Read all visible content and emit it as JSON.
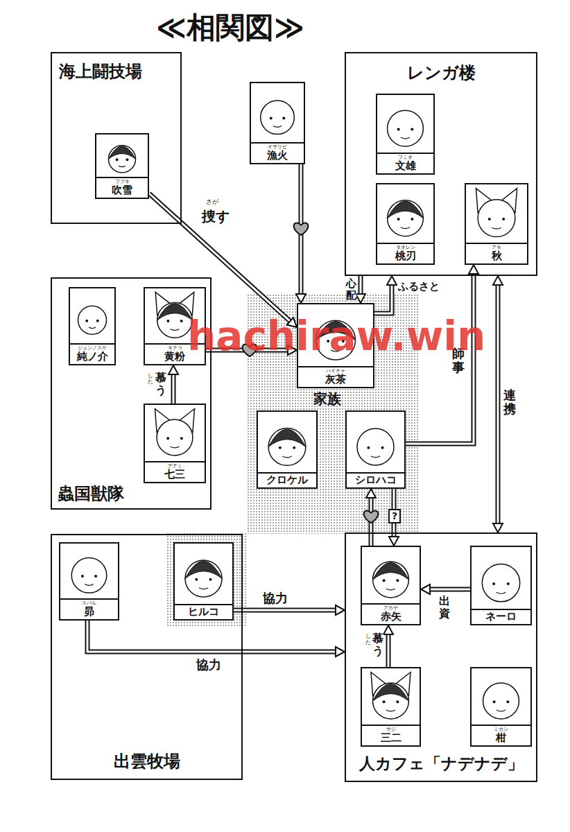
{
  "diagram": {
    "title": "≪相関図≫",
    "nodes": [
      {
        "text": [
          "海上闘技場"
        ]
      },
      {
        "text": [
          "フブキ",
          "吹雪"
        ],
        "in": 0
      },
      {
        "text": [
          "イザリビ",
          "漁火"
        ]
      },
      {
        "text": [
          "レンガ楼"
        ]
      },
      {
        "text": [
          "フミオ",
          "文雄"
        ],
        "in": 3
      },
      {
        "text": [
          "タオレン",
          "桃刃"
        ],
        "in": 3
      },
      {
        "text": [
          "アキ",
          "秋"
        ],
        "in": 3
      },
      {
        "text": [
          "蟲国獣隊"
        ]
      },
      {
        "text": [
          "ジュンノスケ",
          "純ノ介"
        ],
        "in": 7
      },
      {
        "text": [
          "キナコ",
          "黄粉"
        ],
        "in": 7
      },
      {
        "text": [
          "家族"
        ]
      },
      {
        "text": [
          "ハイチャ",
          "灰茶"
        ],
        "in": 10
      },
      {
        "text": [
          "ナナミ",
          "七三"
        ],
        "in": 7
      },
      {
        "text": [
          "クロケル"
        ],
        "in": 10
      },
      {
        "text": [
          "シロハコ"
        ],
        "in": 10
      },
      {
        "text": [
          "出雲牧場"
        ]
      },
      {
        "text": [
          "スバル",
          "昴"
        ],
        "in": 15
      },
      {
        "text": [
          "ヒルコ"
        ],
        "in": 15
      },
      {
        "text": [
          "人カフェ「ナデナデ」"
        ]
      },
      {
        "text": [
          "アカヤ",
          "赤矢"
        ],
        "in": 18
      },
      {
        "text": [
          "ネーロ"
        ],
        "in": 18
      },
      {
        "text": [
          "サジ",
          "三二"
        ],
        "in": 18
      },
      {
        "text": [
          "ミカン",
          "柑"
        ],
        "in": 18
      }
    ],
    "edges": [
      {
        "from": 1,
        "to": 11,
        "label": "捜す",
        "arrow": "to"
      },
      {
        "from": 2,
        "to": 11,
        "arrow": "to"
      },
      {
        "from": 9,
        "to": 11,
        "arrow": "to"
      },
      {
        "from": 12,
        "to": 9,
        "label": "慕う",
        "arrow": "to"
      },
      {
        "from": 3,
        "to": 11,
        "label": "心配",
        "arrow": "to"
      },
      {
        "from": 11,
        "to": 3,
        "label": "ふるさと",
        "arrow": "to"
      },
      {
        "from": 14,
        "to": 6,
        "label": "師事",
        "arrow": "to"
      },
      {
        "from": 3,
        "to": 18,
        "label": "連携",
        "arrow": "both"
      },
      {
        "from": 19,
        "to": 14,
        "arrow": "to"
      },
      {
        "from": 14,
        "to": 19,
        "label": "?",
        "arrow": "to"
      },
      {
        "from": 17,
        "to": 18,
        "label": "協力",
        "arrow": "to"
      },
      {
        "from": 16,
        "to": 18,
        "label": "協力",
        "arrow": "to"
      },
      {
        "from": 20,
        "to": 19,
        "label": "出資",
        "arrow": "to"
      },
      {
        "from": 21,
        "to": 19,
        "label": "慕う",
        "arrow": "to"
      }
    ],
    "labels": [
      "hachiraw.win",
      "さが",
      "した",
      "した"
    ]
  }
}
